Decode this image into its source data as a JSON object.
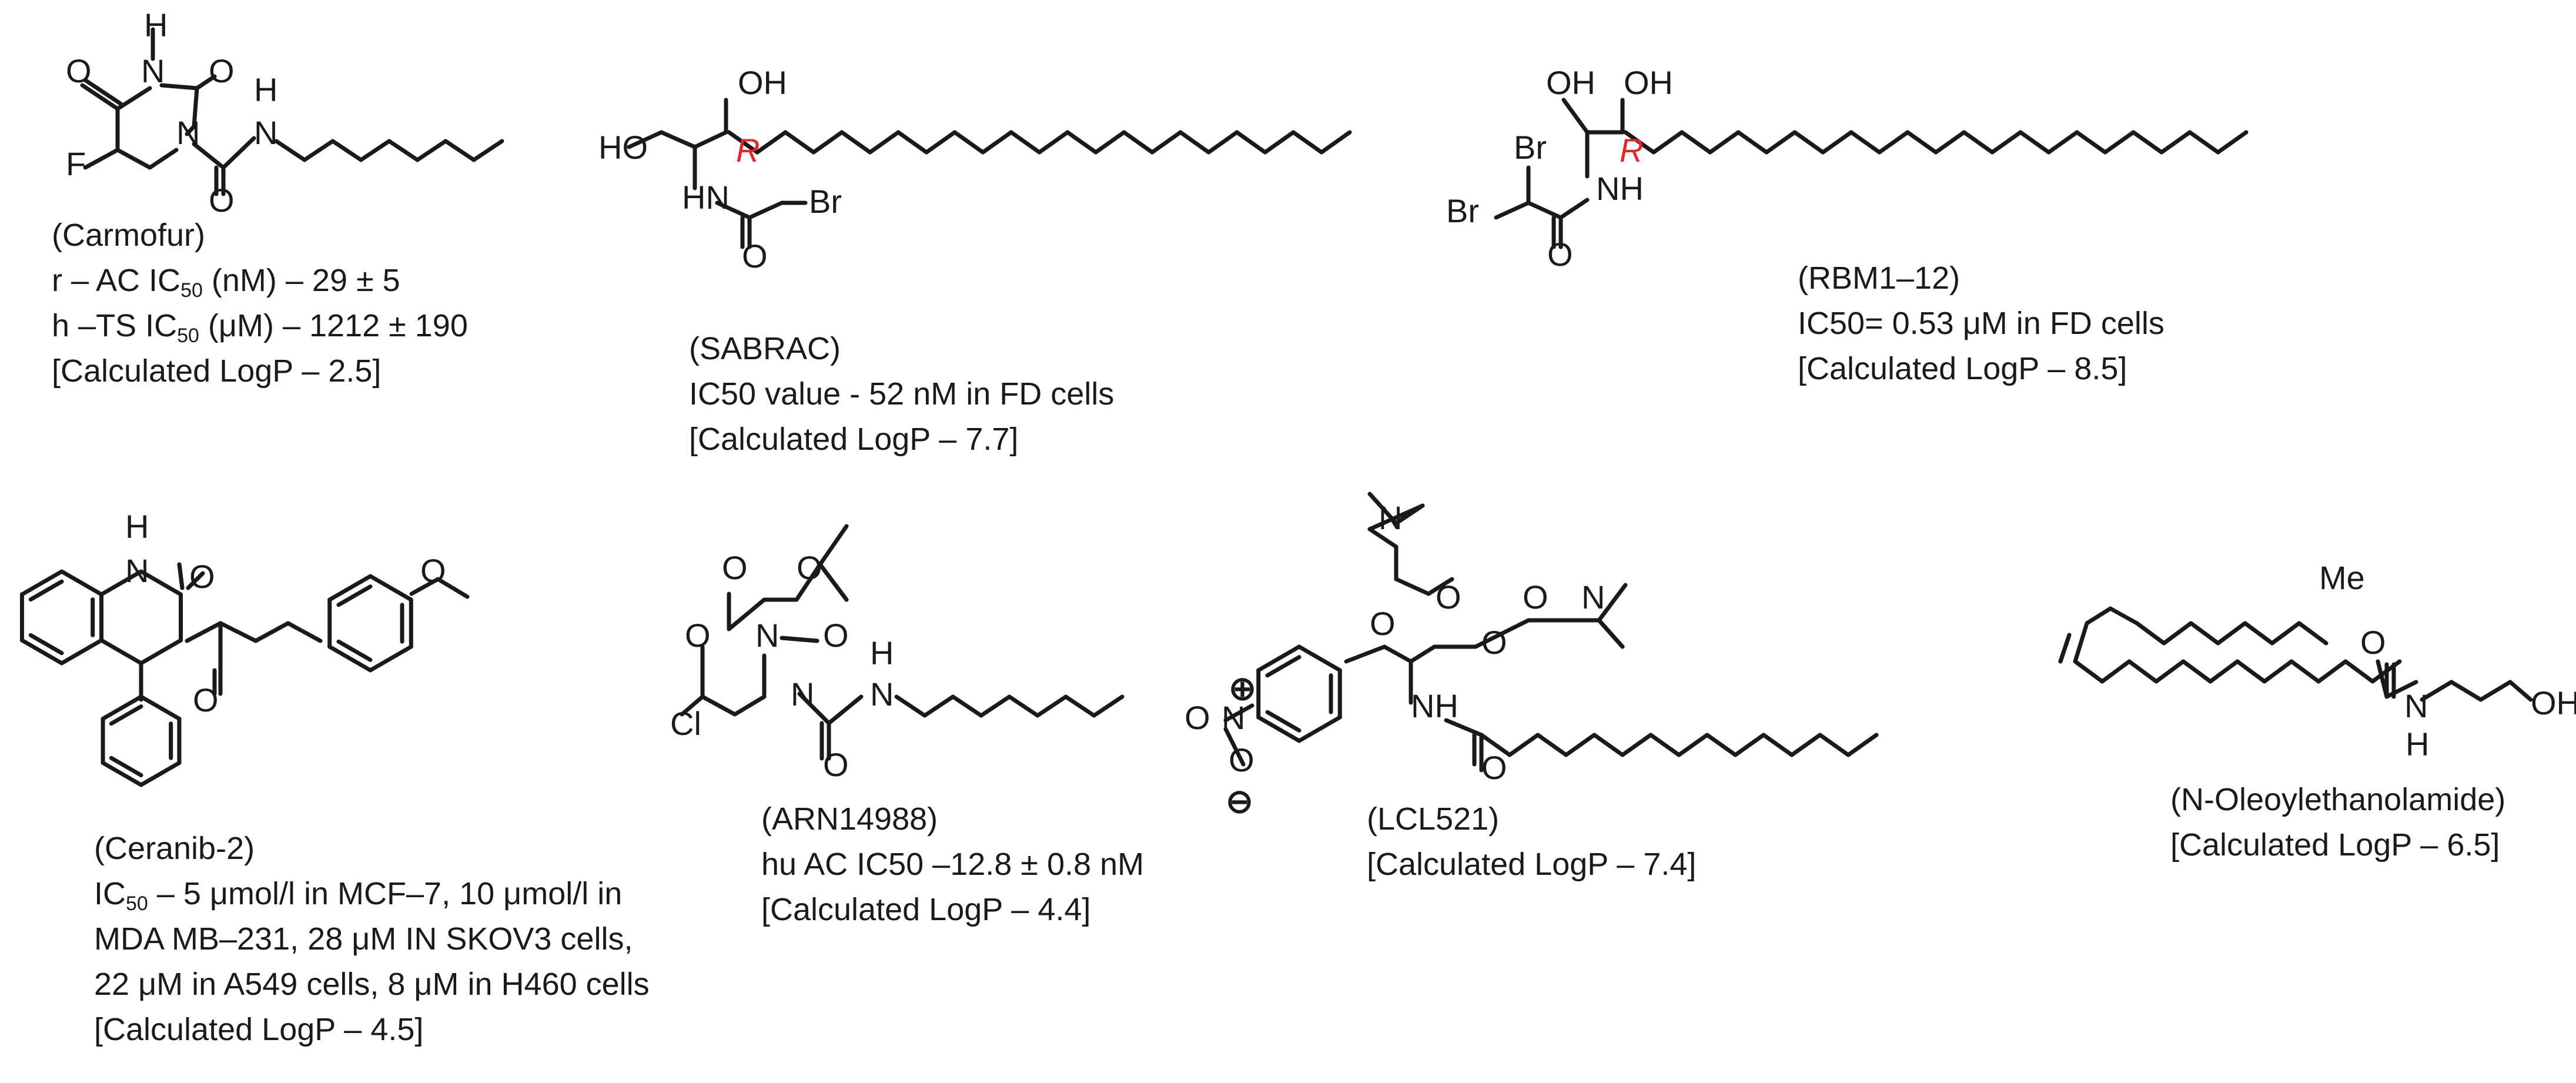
{
  "compounds": {
    "carmofur": {
      "name": "(Carmofur)",
      "line1_pre": "r – AC IC",
      "line1_sub": "50",
      "line1_post": " (nM) – 29 ± 5",
      "line2_pre": "h  –TS IC",
      "line2_sub": "50",
      "line2_post": " (μM) – 1212 ± 190",
      "logp": "[Calculated LogP – 2.5]"
    },
    "sabrac": {
      "name": "(SABRAC)",
      "activity": "IC50 value - 52 nM in FD cells",
      "logp": "[Calculated LogP – 7.7]"
    },
    "rbm1_12": {
      "name": "(RBM1–12)",
      "activity": "IC50= 0.53 μM in FD cells",
      "logp": "[Calculated LogP – 8.5]"
    },
    "ceranib2": {
      "name": "(Ceranib-2)",
      "line1_pre": "IC",
      "line1_sub": "50",
      "line1_post": " – 5 μmol/l in MCF–7, 10 μmol/l in",
      "line2": "MDA MB–231, 28 μM IN SKOV3 cells,",
      "line3": "22 μM in A549 cells, 8 μM in H460 cells",
      "logp": "[Calculated LogP – 4.5]"
    },
    "arn14988": {
      "name": "(ARN14988)",
      "activity": "hu AC IC50 –12.8 ± 0.8 nM",
      "logp": "[Calculated LogP – 4.4]"
    },
    "lcl521": {
      "name": "(LCL521)",
      "logp": "[Calculated LogP – 7.4]"
    },
    "oea": {
      "name": "(N-Oleoylethanolamide)",
      "logp": "[Calculated LogP – 6.5]"
    }
  },
  "atoms": {
    "o": "O",
    "n": "N",
    "h": "H",
    "f": "F",
    "cl": "Cl",
    "br": "Br",
    "oh": "OH",
    "ho": "HO",
    "hn": "HN",
    "nh": "NH",
    "me": "Me",
    "r": "R",
    "plus": "⊕",
    "minus": "⊖"
  }
}
